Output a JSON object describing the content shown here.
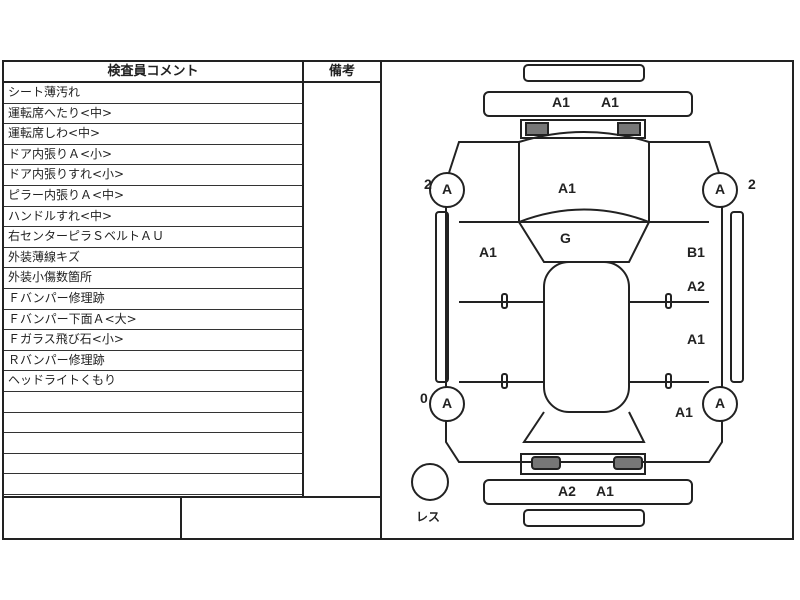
{
  "table": {
    "comment_header": "検査員コメント",
    "remarks_header": "備考",
    "comments": [
      "シート薄汚れ",
      "運転席へたり<中>",
      "運転席しわ<中>",
      "ドア内張りＡ<小>",
      "ドア内張りすれ<小>",
      "ピラー内張りＡ<中>",
      "ハンドルすれ<中>",
      "右センターピラＳベルトＡＵ",
      "外装薄線キズ",
      "外装小傷数箇所",
      "Ｆバンパー修理跡",
      "Ｆバンパー下面Ａ<大>",
      "Ｆガラス飛び石<小>",
      "Ｒバンパー修理跡",
      "ヘッドライトくもり"
    ]
  },
  "diagram": {
    "front_bumper": [
      "A1",
      "A1"
    ],
    "hood": "A1",
    "windshield": "G",
    "left_front_fender": "A1",
    "right_front_fender": "B1",
    "right_front_door": "A2",
    "right_rear_door": "A1",
    "right_rear_quarter": "A1",
    "rear_bumper": [
      "A2",
      "A1"
    ],
    "wheels": {
      "front_left": {
        "grade": "A",
        "count": "2"
      },
      "front_right": {
        "grade": "A",
        "count": "2"
      },
      "rear_left": {
        "grade": "A",
        "count": "0"
      },
      "rear_right": {
        "grade": "A"
      }
    },
    "spare_label": "レス"
  }
}
